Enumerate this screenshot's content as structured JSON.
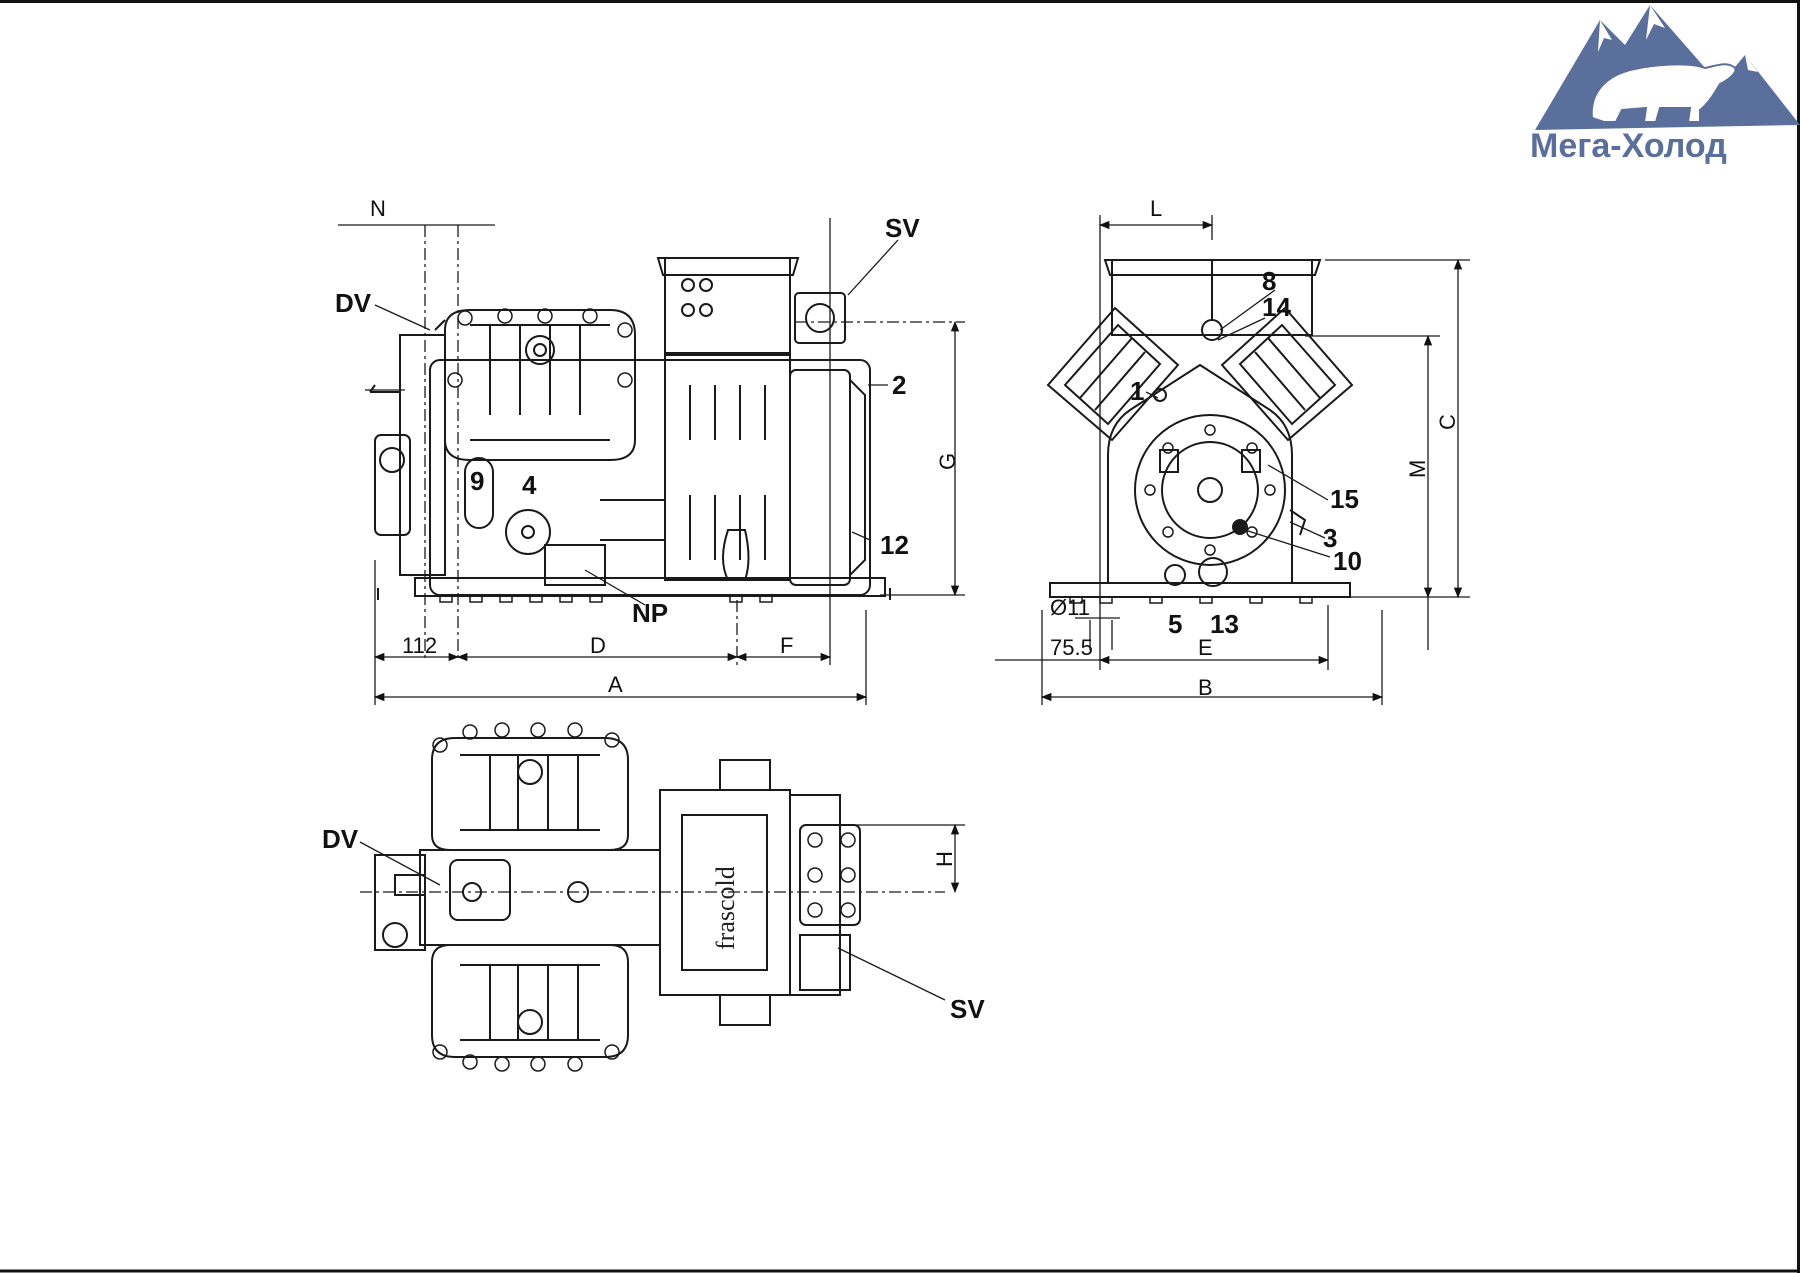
{
  "logo": {
    "text": "Мега-Холод",
    "color": "#5a6f9c"
  },
  "brand": {
    "text": "frascold"
  },
  "labels": {
    "dv": "DV",
    "sv": "SV",
    "np": "NP",
    "n1": "1",
    "n2": "2",
    "n3": "3",
    "n4": "4",
    "n5": "5",
    "n8": "8",
    "n9": "9",
    "n10": "10",
    "n12": "12",
    "n13": "13",
    "n14": "14",
    "n15": "15"
  },
  "dimensions": {
    "n": "N",
    "l": "L",
    "g": "G",
    "c": "C",
    "m": "M",
    "h": "H",
    "a": "A",
    "b": "B",
    "d": "D",
    "e": "E",
    "f": "F",
    "d112": "112",
    "d75": "75.5",
    "dia": "Ø11"
  },
  "colors": {
    "line": "#1a1a1a",
    "frame": "#111111"
  }
}
